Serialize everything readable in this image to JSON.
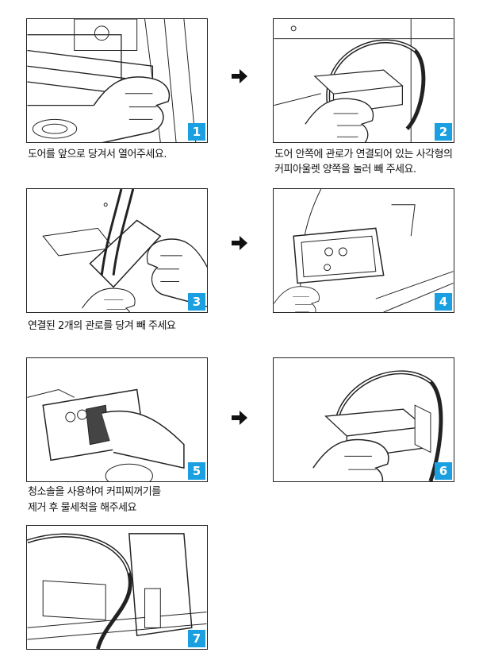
{
  "accent_color": "#1a9fe0",
  "steps": [
    {
      "number": "1",
      "caption": [
        "도어를 앞으로 당겨서 열어주세요."
      ]
    },
    {
      "number": "2",
      "caption": [
        "도어 안쪽에 관로가 연결되어 있는 사각형의",
        "커피아울렛 양쪽을 눌러 빼 주세요."
      ]
    },
    {
      "number": "3",
      "caption": [
        "연결된 2개의 관로를 당겨 빼 주세요"
      ]
    },
    {
      "number": "4",
      "caption": []
    },
    {
      "number": "5",
      "caption": [
        "청소솔을 사용하여 커피찌꺼기를",
        "제거 후 물세척을 해주세요"
      ]
    },
    {
      "number": "6",
      "caption": []
    },
    {
      "number": "7",
      "caption": []
    }
  ]
}
